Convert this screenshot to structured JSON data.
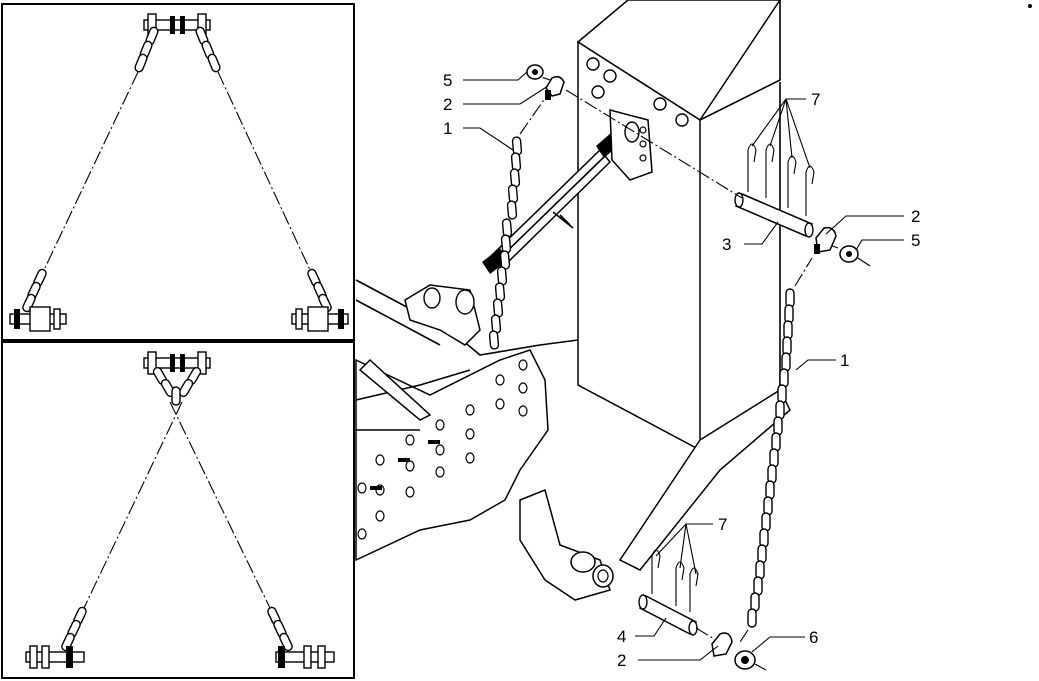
{
  "callouts": {
    "c5_top": "5",
    "c2_top": "2",
    "c1_top": "1",
    "c7_top": "7",
    "c2_right": "2",
    "c3": "3",
    "c5_right": "5",
    "c1_right": "1",
    "c7_bottom": "7",
    "c4": "4",
    "c2_bottom": "2",
    "c6": "6"
  },
  "colors": {
    "ink": "#000000",
    "paper": "#ffffff"
  }
}
